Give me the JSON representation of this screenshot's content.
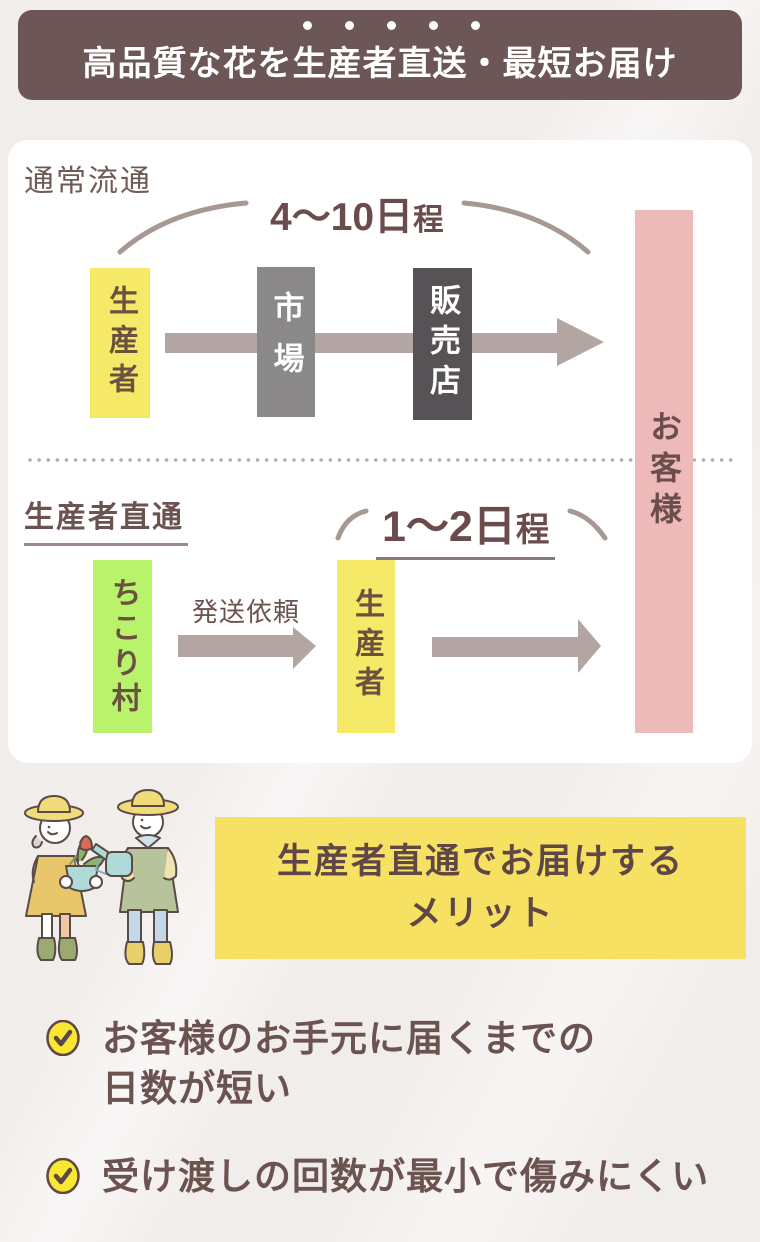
{
  "header": {
    "title": "高品質な花を生産者直送・最短お届け",
    "emphasized_text": "生産者直送",
    "emphasis_dot_count": 5
  },
  "diagram": {
    "normal_flow": {
      "label": "通常流通",
      "duration_main": "4〜10日",
      "duration_suffix": "程",
      "nodes": [
        {
          "label": "生産者"
        },
        {
          "label": "市場"
        },
        {
          "label": "販売店"
        }
      ]
    },
    "direct_flow": {
      "label": "生産者直通",
      "duration_main": "1〜2日",
      "duration_suffix": "程",
      "arrow_label": "発送依頼",
      "nodes": [
        {
          "label": "ちこり村"
        },
        {
          "label": "生産者"
        }
      ]
    },
    "customer": {
      "label": "お客様"
    }
  },
  "merits": {
    "heading_line1": "生産者直通でお届けする",
    "heading_line2": "メリット",
    "items": [
      {
        "lines": [
          "お客様のお手元に届くまでの",
          "日数が短い"
        ]
      },
      {
        "lines": [
          "受け渡しの回数が最小で傷みにくい"
        ]
      }
    ]
  },
  "icons": {
    "bullet": "check-icon",
    "illustration": "two-farmers-illustration"
  },
  "colors": {
    "page_bg": "#f1edeb",
    "header_bg": "#6c5656",
    "header_text": "#ffffff",
    "card_bg": "#ffffff",
    "yellow_box": "#f7e968",
    "green_box": "#b9f36c",
    "gray_box": "#8a8888",
    "dark_gray_box": "#575255",
    "pink_box": "#edb9b9",
    "arrow": "#b3a5a1",
    "arc_stroke": "#a79894",
    "dotted_divider": "#b6adaa",
    "banner_yellow": "#f6e163",
    "check_yellow": "#f9e832",
    "text_brown": "#6b5350",
    "text_dark_brown": "#6b4c4c"
  }
}
